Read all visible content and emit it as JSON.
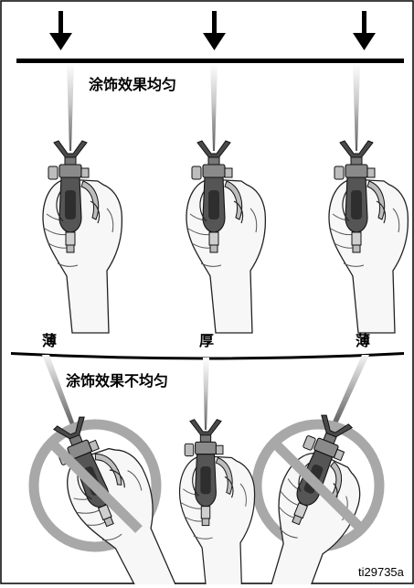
{
  "top_section": {
    "caption": "涂饰效果均匀"
  },
  "bottom_section": {
    "caption": "涂饰效果不均匀"
  },
  "thickness_labels": {
    "left": "薄",
    "center": "厚",
    "right": "薄"
  },
  "figure_code": "ti29735a",
  "colors": {
    "ink": "#000000",
    "skin": "#f4f4f4",
    "gun": "#5a5a5a",
    "prohibit": "#a8a8a8"
  },
  "icons": {
    "arrow": "down-arrow-icon",
    "prohibit": "prohibition-sign-icon"
  }
}
